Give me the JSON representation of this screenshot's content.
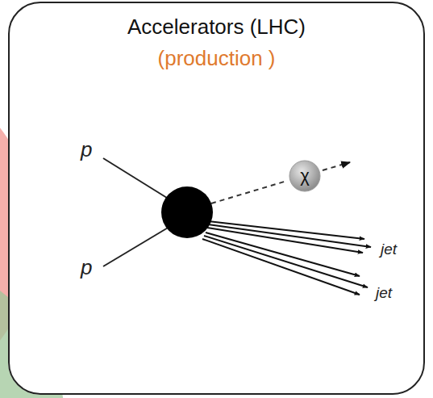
{
  "diagram": {
    "nodes": [
      {
        "text": [
          "Accelerators (LHC)",
          "(production )"
        ]
      },
      {
        "text": [
          "χ"
        ],
        "in": 0
      }
    ],
    "labels": [
      "p",
      "p",
      "jet",
      "jet"
    ]
  }
}
